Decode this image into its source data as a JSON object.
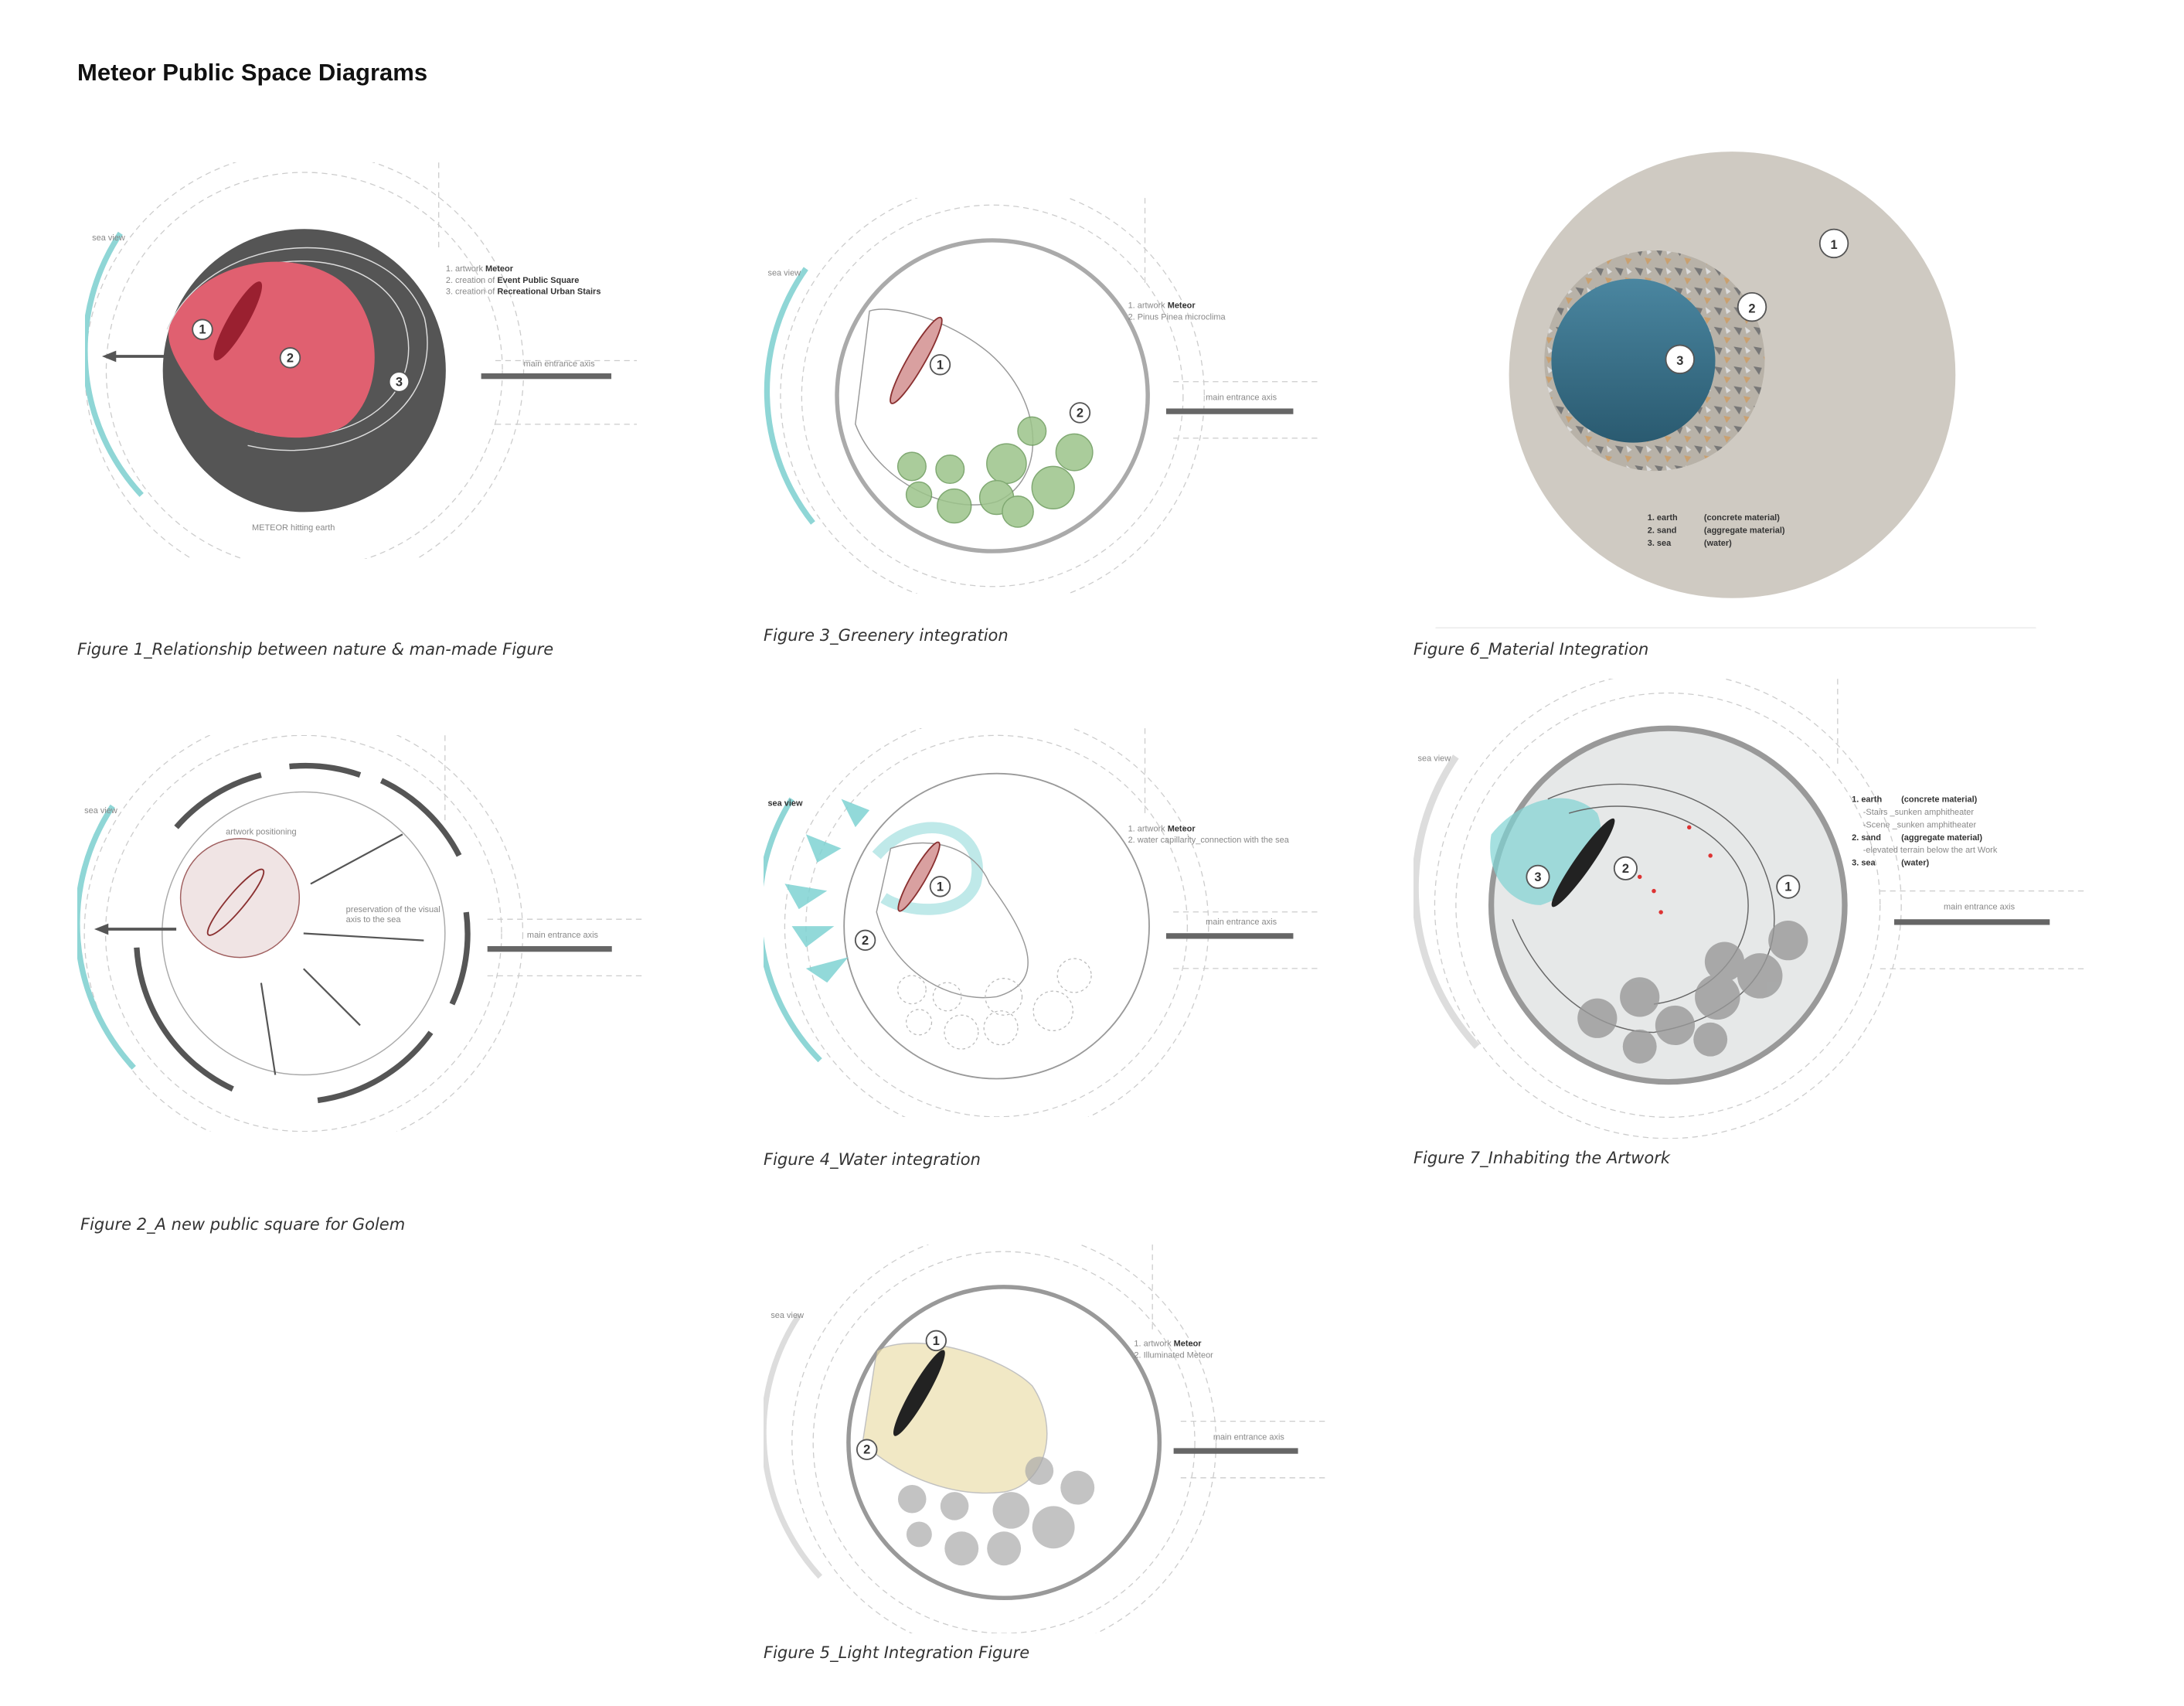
{
  "title": "Meteor Public Space Diagrams",
  "figures": {
    "fig1": {
      "caption": "Figure 1_Relationship between nature & man-made Figure",
      "sea_view": "sea view",
      "main_axis": "main entrance axis",
      "bottom_label": "METEOR hitting earth",
      "legend": [
        {
          "prefix": "1. artwork ",
          "bold": "Meteor"
        },
        {
          "prefix": "2. creation of ",
          "bold": "Event Public Square"
        },
        {
          "prefix": "3. creation of ",
          "bold": "Recreational Urban Stairs"
        }
      ],
      "colors": {
        "square": "#e06070",
        "stairs": "#555555",
        "sea": "#8fd6d6"
      }
    },
    "fig2": {
      "caption": "Figure 2_A new public square for Golem",
      "sea_view": "sea view",
      "artwork_positioning": "artwork positioning",
      "visual_axis": [
        "preservation of the visual",
        "axis to the sea"
      ],
      "main_axis": "main entrance axis"
    },
    "fig3": {
      "caption": "Figure 3_Greenery integration",
      "sea_view": "sea view",
      "main_axis": "main entrance axis",
      "legend": [
        {
          "prefix": "1. artwork ",
          "bold": "Meteor"
        },
        {
          "prefix": "2. Pinus Pinea microclima",
          "bold": ""
        }
      ],
      "colors": {
        "trees": "#9cc48a"
      }
    },
    "fig4": {
      "caption": "Figure 4_Water integration",
      "sea_view": "sea view",
      "main_axis": "main entrance axis",
      "legend": [
        {
          "prefix": "1. artwork ",
          "bold": "Meteor"
        },
        {
          "prefix": "2. water capillarity_connection with the sea",
          "bold": ""
        }
      ],
      "colors": {
        "water": "#7fd3d3"
      }
    },
    "fig5": {
      "caption": "Figure 5_Light Integration Figure",
      "sea_view": "sea view",
      "main_axis": "main entrance axis",
      "legend": [
        {
          "prefix": "1. artwork ",
          "bold": "Meteor"
        },
        {
          "prefix": "2. Illuminated Meteor",
          "bold": ""
        }
      ],
      "colors": {
        "light": "#e8d9a0"
      }
    },
    "fig6": {
      "caption": "Figure 6_Material Integration",
      "legend": [
        {
          "term": "1. earth",
          "desc": "(concrete material)"
        },
        {
          "term": "2. sand",
          "desc": "(aggregate material)"
        },
        {
          "term": "3. sea",
          "desc": "(water)"
        }
      ],
      "colors": {
        "concrete": "#cfcac2",
        "aggregate": "#a9a39a",
        "water": "#3c7088"
      }
    },
    "fig7": {
      "caption": "Figure 7_Inhabiting the Artwork",
      "sea_view": "sea view",
      "main_axis": "main entrance axis",
      "legend": [
        {
          "term": "1. earth",
          "desc": "(concrete material)",
          "bold": true
        },
        {
          "term": "-Stairs _sunken amphitheater",
          "desc": "",
          "bold": false
        },
        {
          "term": "-Scene _sunken amphitheater",
          "desc": "",
          "bold": false
        },
        {
          "term": "2. sand",
          "desc": "(aggregate material)",
          "bold": true
        },
        {
          "term": "-elevated terrain below the art Work",
          "desc": "",
          "bold": false
        },
        {
          "term": "3. sea",
          "desc": "(water)",
          "bold": true
        }
      ]
    }
  }
}
